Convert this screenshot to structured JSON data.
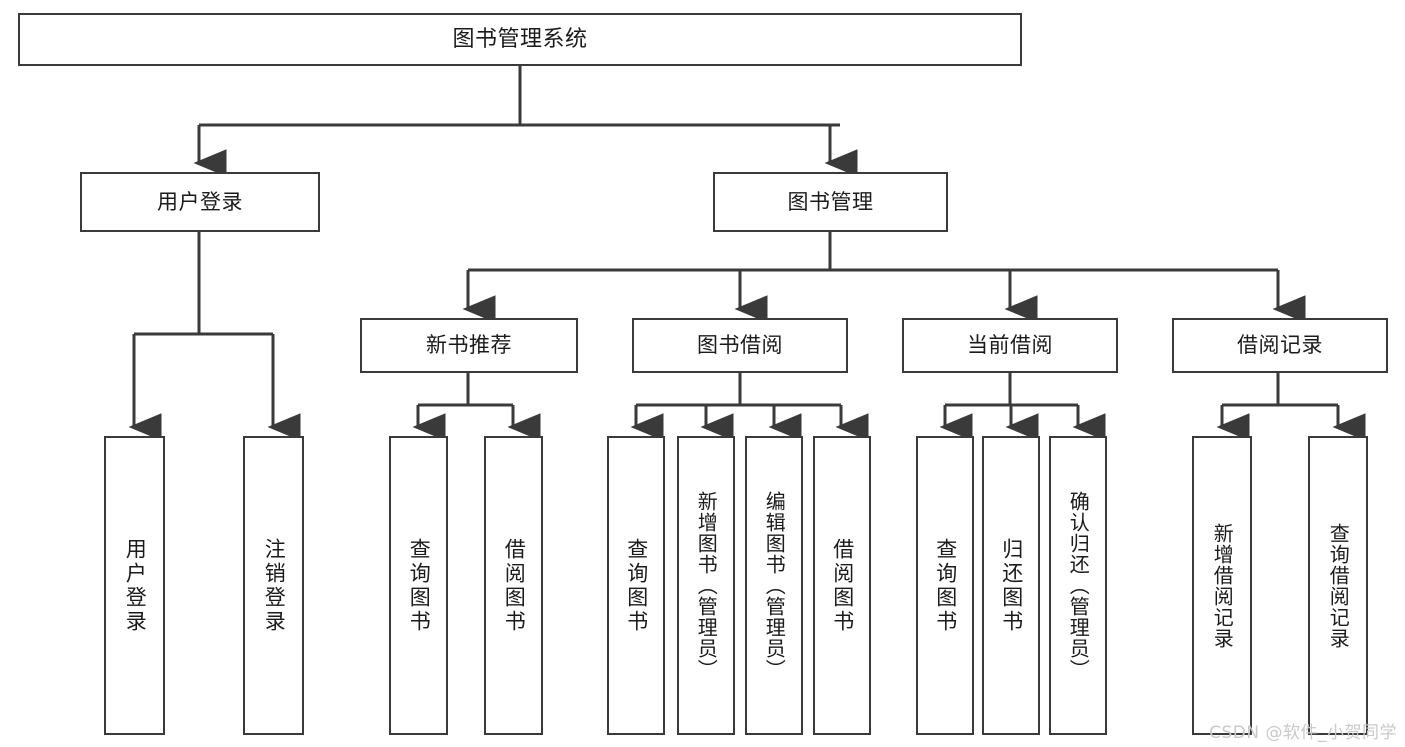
{
  "diagram": {
    "title": "图书管理系统",
    "type": "tree",
    "root": {
      "id": "root",
      "label": "图书管理系统"
    },
    "level2": [
      {
        "id": "user-login",
        "label": "用户登录"
      },
      {
        "id": "book-manage",
        "label": "图书管理"
      }
    ],
    "level3": [
      {
        "id": "new-book-recommend",
        "label": "新书推荐"
      },
      {
        "id": "book-borrow",
        "label": "图书借阅"
      },
      {
        "id": "current-borrow",
        "label": "当前借阅"
      },
      {
        "id": "borrow-record",
        "label": "借阅记录"
      }
    ],
    "leaves": {
      "user_login": [
        {
          "id": "leaf-user-login",
          "label": "用户登录"
        },
        {
          "id": "leaf-logout-login",
          "label": "注销登录"
        }
      ],
      "new_book_recommend": [
        {
          "id": "leaf-query-book-1",
          "label": "查询图书"
        },
        {
          "id": "leaf-borrow-book-1",
          "label": "借阅图书"
        }
      ],
      "book_borrow": [
        {
          "id": "leaf-query-book-2",
          "label": "查询图书"
        },
        {
          "id": "leaf-add-book",
          "label": "新增图书（管理员）"
        },
        {
          "id": "leaf-edit-book",
          "label": "编辑图书（管理员）"
        },
        {
          "id": "leaf-borrow-book-2",
          "label": "借阅图书"
        }
      ],
      "current_borrow": [
        {
          "id": "leaf-query-book-3",
          "label": "查询图书"
        },
        {
          "id": "leaf-return-book",
          "label": "归还图书"
        },
        {
          "id": "leaf-confirm-return",
          "label": "确认归还（管理员）"
        }
      ],
      "borrow_record": [
        {
          "id": "leaf-add-record",
          "label": "新增借阅记录"
        },
        {
          "id": "leaf-query-record",
          "label": "查询借阅记录"
        }
      ]
    }
  },
  "watermark": {
    "text": "CSDN @软件_小贺同学"
  },
  "colors": {
    "stroke": "#3a3a3a",
    "text": "#1b1b1b",
    "background": "#ffffff",
    "watermark": "#c9c9c9"
  }
}
